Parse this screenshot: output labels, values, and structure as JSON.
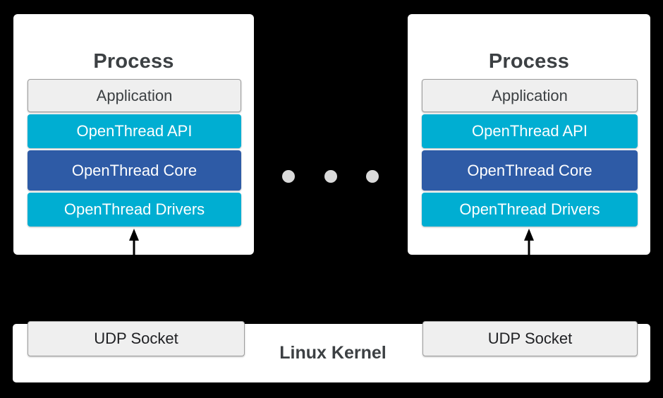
{
  "diagram": {
    "processes": [
      {
        "title": "Process",
        "layers": [
          {
            "label": "Application"
          },
          {
            "label": "OpenThread API"
          },
          {
            "label": "OpenThread Core"
          },
          {
            "label": "OpenThread Drivers"
          }
        ]
      },
      {
        "title": "Process",
        "layers": [
          {
            "label": "Application"
          },
          {
            "label": "OpenThread API"
          },
          {
            "label": "OpenThread Core"
          },
          {
            "label": "OpenThread Drivers"
          }
        ]
      }
    ],
    "kernel": {
      "label": "Linux Kernel",
      "sockets": [
        {
          "label": "UDP Socket"
        },
        {
          "label": "UDP Socket"
        }
      ]
    }
  },
  "colors": {
    "background": "#000000",
    "panel": "#ffffff",
    "layer_gray_bg": "#efefef",
    "layer_gray_border": "#9e9e9e",
    "layer_cyan": "#00aed2",
    "layer_blue": "#2e5ba6",
    "text_dark": "#3c4043",
    "text_black": "#202124",
    "text_light": "#ffffff",
    "dot": "#dadada",
    "arrow": "#000000"
  }
}
